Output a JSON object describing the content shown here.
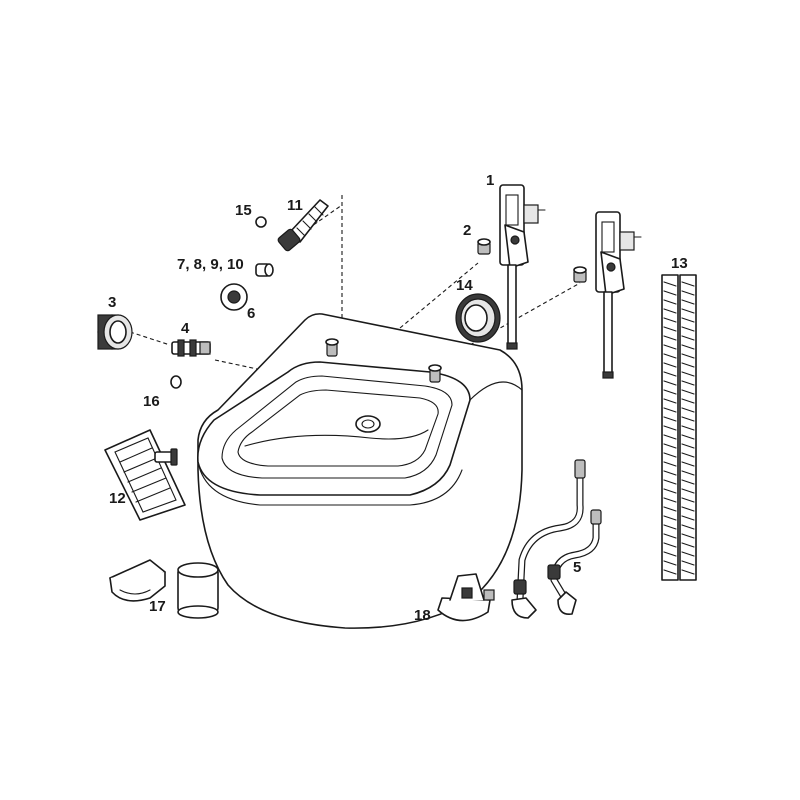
{
  "callouts": {
    "c1": "1",
    "c2": "2",
    "c3": "3",
    "c4": "4",
    "c5": "5",
    "c6": "6",
    "c7_10": "7, 8, 9, 10",
    "c11": "11",
    "c12": "12",
    "c13": "13",
    "c14": "14",
    "c15": "15",
    "c16": "16",
    "c17": "17",
    "c18": "18"
  },
  "colors": {
    "line": "#1a1a1a",
    "background": "#ffffff",
    "shade_dark": "#3a3a3a",
    "shade_mid": "#bdbdbd"
  }
}
